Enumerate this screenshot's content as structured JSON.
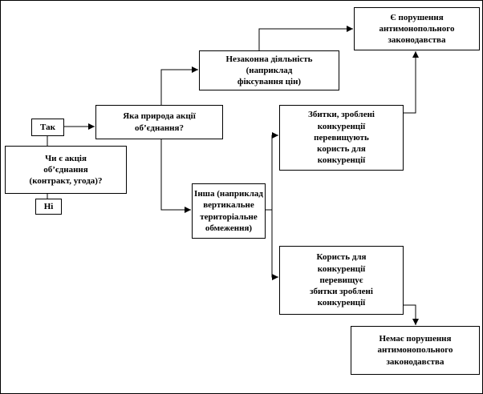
{
  "flowchart": {
    "nodes": {
      "question": {
        "label": "Чи є акція\nоб’єднання\n(контракт, угода)?"
      },
      "yes": {
        "label": "Так"
      },
      "no": {
        "label": "Ні"
      },
      "nature": {
        "label": "Яка природа акції\nоб’єднання?"
      },
      "illegal": {
        "label": "Незаконна діяльність\n(наприклад\nфіксування цін)"
      },
      "other": {
        "label": "Інша (наприклад\nвертикальне\nтериторіальне\nобмеження)"
      },
      "losses": {
        "label": "Збитки, зроблені\nконкуренції\nперевищують\nкористь для\nконкуренції"
      },
      "benefit": {
        "label": "Користь для\nконкуренції\nперевищує\nзбитки зроблені\nконкуренції"
      },
      "violation": {
        "label": "Є порушення\nантимонопольного\nзаконодавства"
      },
      "no_violation": {
        "label": "Немає порушення\nантимонопольного\nзаконодавства"
      }
    },
    "edges": [
      {
        "from": "question",
        "to": "yes"
      },
      {
        "from": "question",
        "to": "no"
      },
      {
        "from": "yes",
        "to": "nature"
      },
      {
        "from": "nature",
        "to": "illegal"
      },
      {
        "from": "nature",
        "to": "other"
      },
      {
        "from": "illegal",
        "to": "violation"
      },
      {
        "from": "other",
        "to": "losses"
      },
      {
        "from": "other",
        "to": "benefit"
      },
      {
        "from": "losses",
        "to": "violation"
      },
      {
        "from": "benefit",
        "to": "no_violation"
      }
    ],
    "colors": {
      "line": "#000000",
      "box_border": "#000000",
      "box_fill": "#ffffff",
      "background": "#ffffff"
    }
  }
}
